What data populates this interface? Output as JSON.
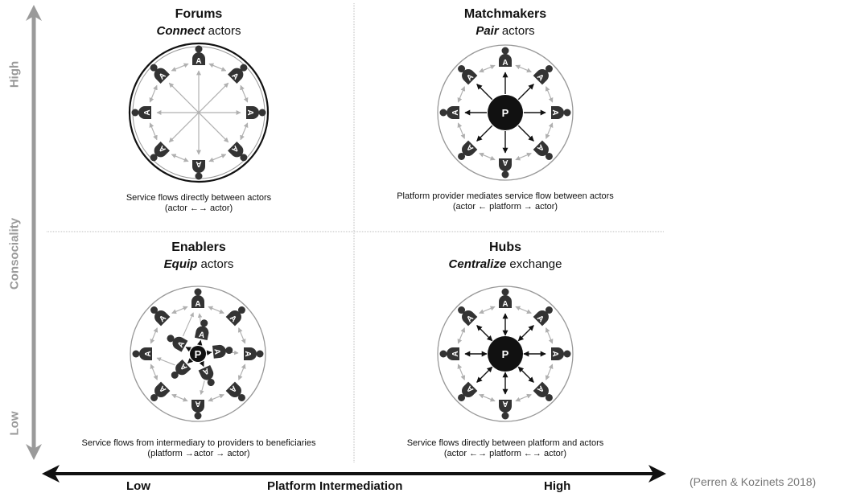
{
  "axes": {
    "y_label": "Consociality",
    "y_high": "High",
    "y_low": "Low",
    "x_label": "Platform Intermediation",
    "x_low": "Low",
    "x_high": "High"
  },
  "quadrants": {
    "forums": {
      "title": "Forums",
      "verb": "Connect",
      "rest": " actors",
      "desc1": "Service flows directly between actors",
      "desc2": "(actor ←→ actor)"
    },
    "matchmakers": {
      "title": "Matchmakers",
      "verb": "Pair",
      "rest": " actors",
      "desc1": "Platform provider mediates service flow between actors",
      "desc2": "(actor ← platform → actor)"
    },
    "enablers": {
      "title": "Enablers",
      "verb": "Equip",
      "rest": " actors",
      "desc1": "Service flows from intermediary to providers to beneficiaries",
      "desc2": "(platform →actor → actor)"
    },
    "hubs": {
      "title": "Hubs",
      "verb": "Centralize",
      "rest": " exchange",
      "desc1": "Service flows directly between platform and actors",
      "desc2": "(actor ←→ platform ←→ actor)"
    }
  },
  "node_labels": {
    "actor": "A",
    "platform": "P"
  },
  "citation": "(Perren & Kozinets 2018)"
}
